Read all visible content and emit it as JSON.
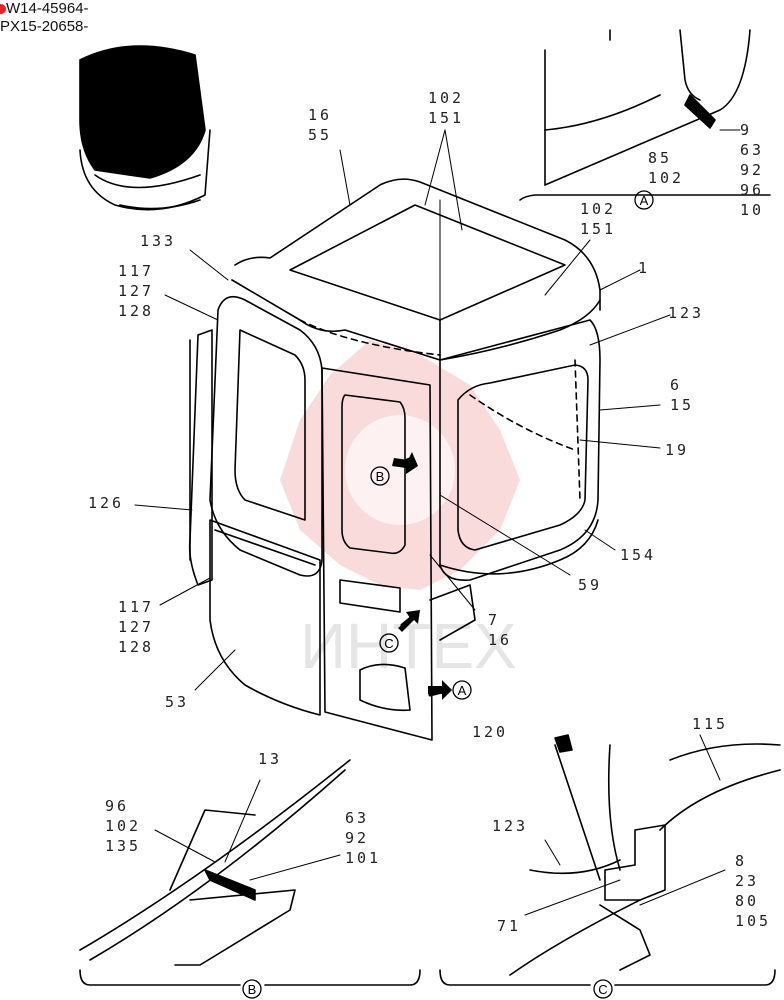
{
  "header": {
    "serial_line_1": "W14-45964-",
    "serial_line_2": "PX15-20658-",
    "marker_color": "#e8202a"
  },
  "watermark": {
    "text": "ИНТЕХ",
    "color": "#e85a5a"
  },
  "callouts": {
    "c16_55": [
      "16",
      "55"
    ],
    "c102_151_top": [
      "102",
      "151"
    ],
    "c133": [
      "133"
    ],
    "c117_127_128_top": [
      "117",
      "127",
      "128"
    ],
    "c102_151_right": [
      "102",
      "151"
    ],
    "c1": [
      "1"
    ],
    "c123": [
      "123"
    ],
    "c6_15": [
      "6",
      "15"
    ],
    "c19": [
      "19"
    ],
    "c126": [
      "126"
    ],
    "c154": [
      "154"
    ],
    "c59": [
      "59"
    ],
    "c7_16": [
      "7",
      "16"
    ],
    "c117_127_128_bottom": [
      "117",
      "127",
      "128"
    ],
    "c53": [
      "53"
    ],
    "detail_a": [
      "9",
      "63",
      "92",
      "96",
      "10"
    ],
    "detail_a_left": [
      "85",
      "102"
    ],
    "detail_b_left": [
      "96",
      "102",
      "135"
    ],
    "detail_b_top": [
      "13"
    ],
    "detail_b_right": [
      "63",
      "92",
      "101"
    ],
    "detail_c_120": [
      "120"
    ],
    "detail_c_115": [
      "115"
    ],
    "detail_c_123": [
      "123"
    ],
    "detail_c_71": [
      "71"
    ],
    "detail_c_right": [
      "8",
      "23",
      "80",
      "105"
    ]
  },
  "view_markers": {
    "a_top": "A",
    "b_arrow": "B",
    "c_arrow": "C",
    "a_arrow": "A",
    "b_bottom": "B",
    "c_bottom": "C"
  }
}
